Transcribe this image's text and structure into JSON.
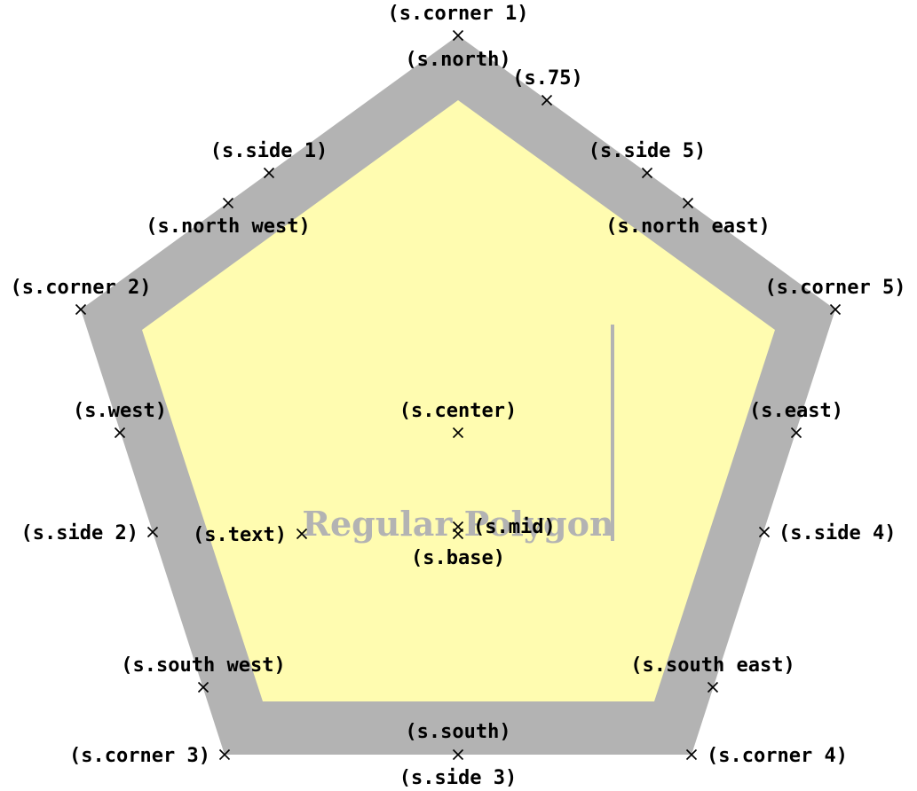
{
  "title": "Regular Polygon",
  "colors": {
    "outer_fill": "#b3b3b3",
    "inner_fill": "#fffcb0",
    "mark": "#000000",
    "title": "#b3b3b3"
  },
  "anchors": [
    {
      "id": "corner-1",
      "label": "(s.corner 1)"
    },
    {
      "id": "north",
      "label": "(s.north)"
    },
    {
      "id": "a75",
      "label": "(s.75)"
    },
    {
      "id": "side-1",
      "label": "(s.side 1)"
    },
    {
      "id": "side-5",
      "label": "(s.side 5)"
    },
    {
      "id": "north-west",
      "label": "(s.north west)"
    },
    {
      "id": "north-east",
      "label": "(s.north east)"
    },
    {
      "id": "corner-2",
      "label": "(s.corner 2)"
    },
    {
      "id": "corner-5",
      "label": "(s.corner 5)"
    },
    {
      "id": "west",
      "label": "(s.west)"
    },
    {
      "id": "center",
      "label": "(s.center)"
    },
    {
      "id": "east",
      "label": "(s.east)"
    },
    {
      "id": "side-2",
      "label": "(s.side 2)"
    },
    {
      "id": "text",
      "label": "(s.text)"
    },
    {
      "id": "mid",
      "label": "(s.mid)"
    },
    {
      "id": "base",
      "label": "(s.base)"
    },
    {
      "id": "side-4",
      "label": "(s.side 4)"
    },
    {
      "id": "south-west",
      "label": "(s.south west)"
    },
    {
      "id": "south-east",
      "label": "(s.south east)"
    },
    {
      "id": "south",
      "label": "(s.south)"
    },
    {
      "id": "corner-3",
      "label": "(s.corner 3)"
    },
    {
      "id": "side-3",
      "label": "(s.side 3)"
    },
    {
      "id": "corner-4",
      "label": "(s.corner 4)"
    }
  ]
}
